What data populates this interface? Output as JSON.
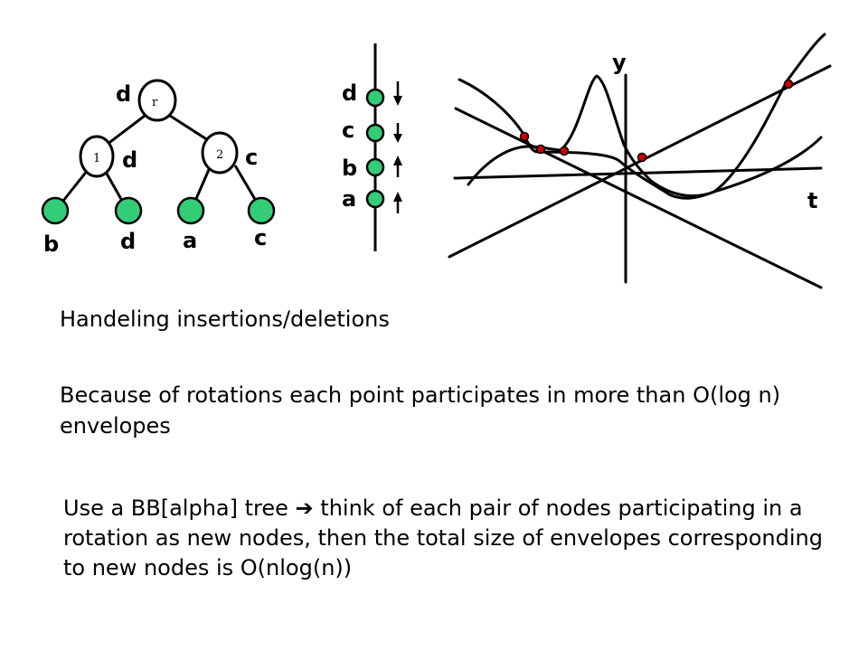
{
  "tree": {
    "root_label": "r",
    "root_key": "d",
    "left_label": "1",
    "left_key": "d",
    "right_label": "2",
    "right_key": "c",
    "leaves": [
      "b",
      "d",
      "a",
      "c"
    ],
    "colors": {
      "leaf": "#33cc77",
      "node_fill": "#ffffff",
      "stroke": "#000000"
    }
  },
  "stack": {
    "labels": [
      "d",
      "c",
      "b",
      "a"
    ],
    "arrows": [
      "down",
      "down",
      "up",
      "up"
    ],
    "color": "#33cc77"
  },
  "envelope": {
    "y_label": "y",
    "t_label": "t",
    "point_color": "#cc0000"
  },
  "text": {
    "heading": "Handeling insertions/deletions",
    "para1": "Because of rotations each point participates in more than O(log n) envelopes",
    "para2_a": "Use a BB[alpha] tree",
    "para2_arrow": "➔",
    "para2_b": "think of each pair of nodes participating in a rotation as new nodes, then the total size of envelopes corresponding to new nodes is O(nlog(n))"
  }
}
